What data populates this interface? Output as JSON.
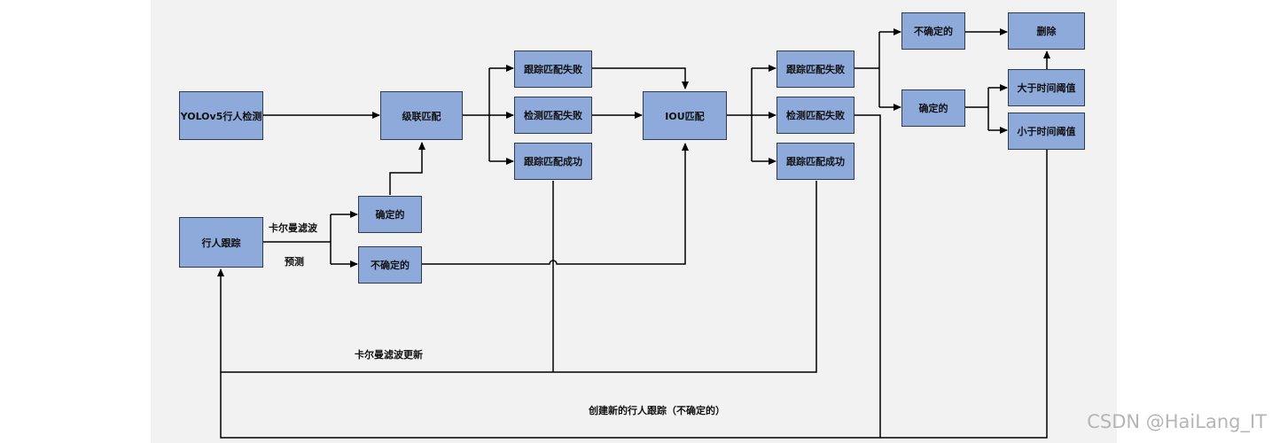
{
  "nodes": {
    "yolo": "YOLOv5行人检测",
    "cascade": "级联匹配",
    "track_fail_1": "跟踪匹配失败",
    "detect_fail_1": "检测匹配失败",
    "track_success_1": "跟踪匹配成功",
    "iou": "IOU匹配",
    "track_fail_2": "跟踪匹配失败",
    "detect_fail_2": "检测匹配失败",
    "track_success_2": "跟踪匹配成功",
    "uncertain_top": "不确定的",
    "confirmed_right": "确定的",
    "delete": "删除",
    "above_threshold": "大于时间阈值",
    "below_threshold": "小于时间阈值",
    "pedestrian_tracking": "行人跟踪",
    "confirmed_left": "确定的",
    "uncertain_left": "不确定的"
  },
  "labels": {
    "kalman_predict_1": "卡尔曼滤波",
    "kalman_predict_2": "预测",
    "kalman_update": "卡尔曼滤波更新",
    "create_new": "创建新的行人跟踪（不确定的）"
  },
  "watermark": "CSDN @HaiLang_IT",
  "colors": {
    "box_fill": "#8eaadb",
    "box_border": "#2f3a4a",
    "canvas_bg": "#f2f2f2",
    "line": "#000000"
  }
}
